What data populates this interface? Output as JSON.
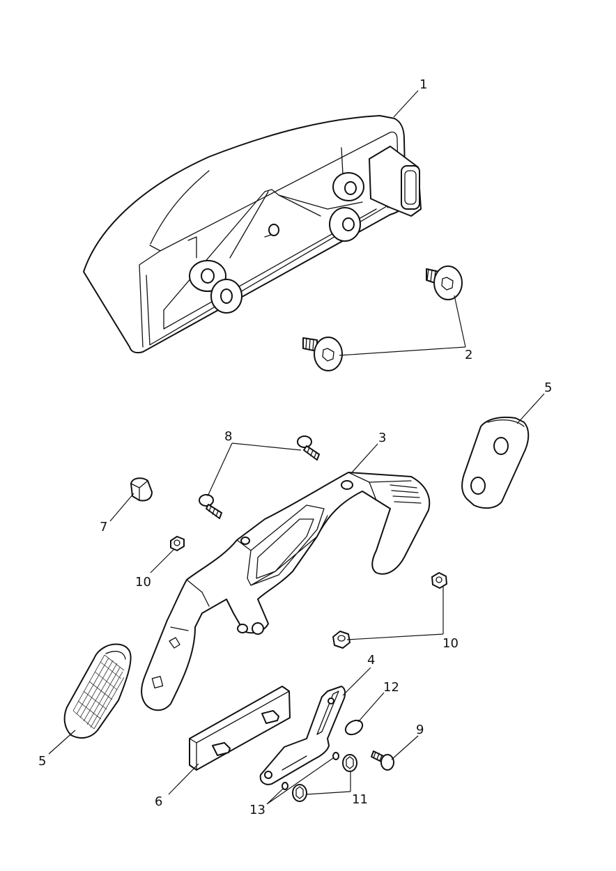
{
  "callouts": {
    "c1": "1",
    "c2": "2",
    "c3": "3",
    "c4": "4",
    "c5a": "5",
    "c5b": "5",
    "c6": "6",
    "c7": "7",
    "c8": "8",
    "c9": "9",
    "c10a": "10",
    "c10b": "10",
    "c11": "11",
    "c12": "12",
    "c13": "13"
  }
}
